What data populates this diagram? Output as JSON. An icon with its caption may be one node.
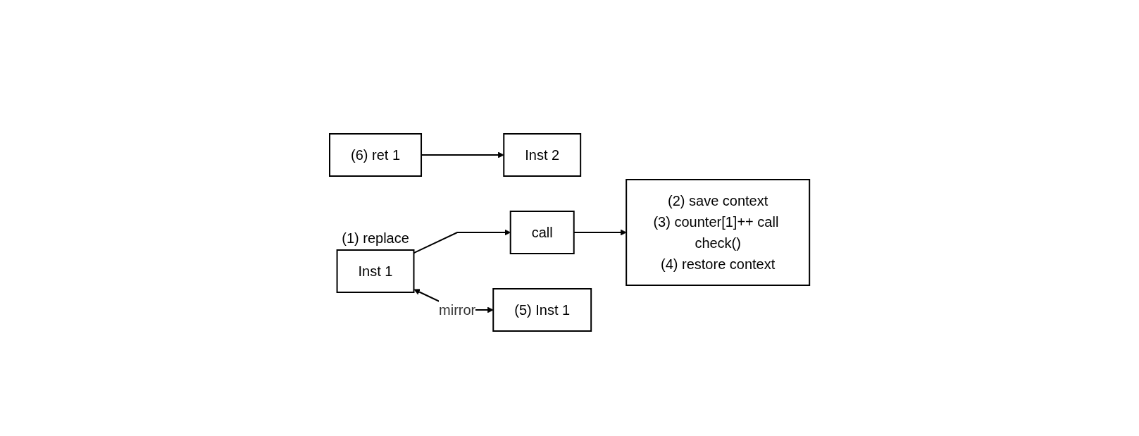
{
  "diagram": {
    "nodes": [
      {
        "text": [
          "Inst 1"
        ],
        "beside": [
          "(1) replace"
        ]
      },
      {
        "text": [
          "Inst 2"
        ]
      },
      {
        "text": [
          "call"
        ]
      },
      {
        "text": [
          "(2) save context",
          "(3) counter[1]++ call check()",
          "(4) restore context"
        ]
      },
      {
        "text": [
          "(5) Inst 1"
        ]
      },
      {
        "text": [
          "(6) ret 1"
        ]
      }
    ],
    "edges": [
      {
        "from": 0,
        "to": 2,
        "arrow": "to"
      },
      {
        "from": 2,
        "to": 3,
        "arrow": "to"
      },
      {
        "from": 0,
        "to": 4,
        "arrow": "both",
        "label": "mirror"
      },
      {
        "from": 5,
        "to": 1,
        "arrow": "to"
      }
    ]
  }
}
